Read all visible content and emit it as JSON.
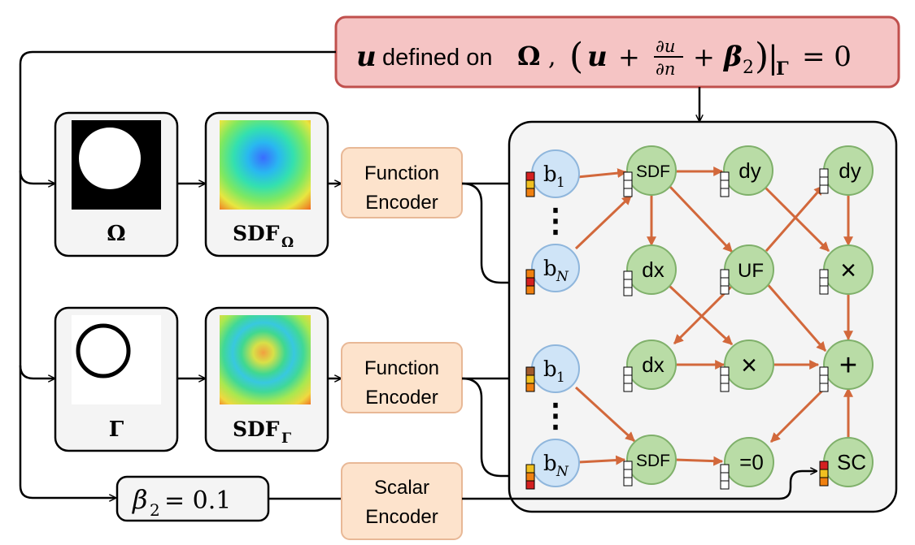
{
  "colors": {
    "condition_fill": "#f5c4c4",
    "condition_stroke": "#c0504d",
    "encoder_fill": "#fde3cc",
    "encoder_stroke": "#e8b896",
    "panel_fill": "#f4f4f4",
    "blue_node": "#cfe4f7",
    "blue_node_stroke": "#8fb6dc",
    "green_node": "#b9dca6",
    "green_node_stroke": "#7fb06a",
    "edge": "#d2683b",
    "feature_red": "#d42020",
    "feature_orange": "#f08010",
    "feature_yellow": "#f0c020",
    "feature_brown": "#a05a2c"
  },
  "condition": {
    "u": "u",
    "defined_on": "defined on",
    "omega": "Ω",
    "comma": ",",
    "open_paren": "(",
    "u2": "u",
    "plus1": "+",
    "frac_num": "∂u",
    "frac_den": "∂n",
    "plus2": "+",
    "beta": "β",
    "beta_sub": "2",
    "close_paren": ")",
    "bar": "|",
    "gamma_sub": "Γ",
    "equals_zero": "= 0"
  },
  "inputs": {
    "omega_label": "Ω",
    "sdf_omega_main": "SDF",
    "sdf_omega_sub": "Ω",
    "gamma_label": "Γ",
    "sdf_gamma_main": "SDF",
    "sdf_gamma_sub": "Γ",
    "beta_main": "β",
    "beta_sub": "2",
    "beta_value": "= 0.1"
  },
  "encoders": {
    "function_1": [
      "Function",
      "Encoder"
    ],
    "function_2": [
      "Function",
      "Encoder"
    ],
    "scalar": [
      "Scalar",
      "Encoder"
    ]
  },
  "graph": {
    "b1_main": "b",
    "b1_sub": "1",
    "bN_main": "b",
    "bN_sub": "N",
    "sdf": "SDF",
    "dy": "dy",
    "dx": "dx",
    "uf": "UF",
    "times": "×",
    "plus": "+",
    "eq_zero": "=0",
    "sc": "SC",
    "ellipsis": "⋮"
  },
  "icons": {
    "omega_mask": "filled-disk-mask-icon",
    "gamma_mask": "ring-boundary-mask-icon",
    "sdf_omega_heatmap": "radial-heatmap-icon",
    "sdf_gamma_heatmap": "ring-heatmap-icon"
  }
}
